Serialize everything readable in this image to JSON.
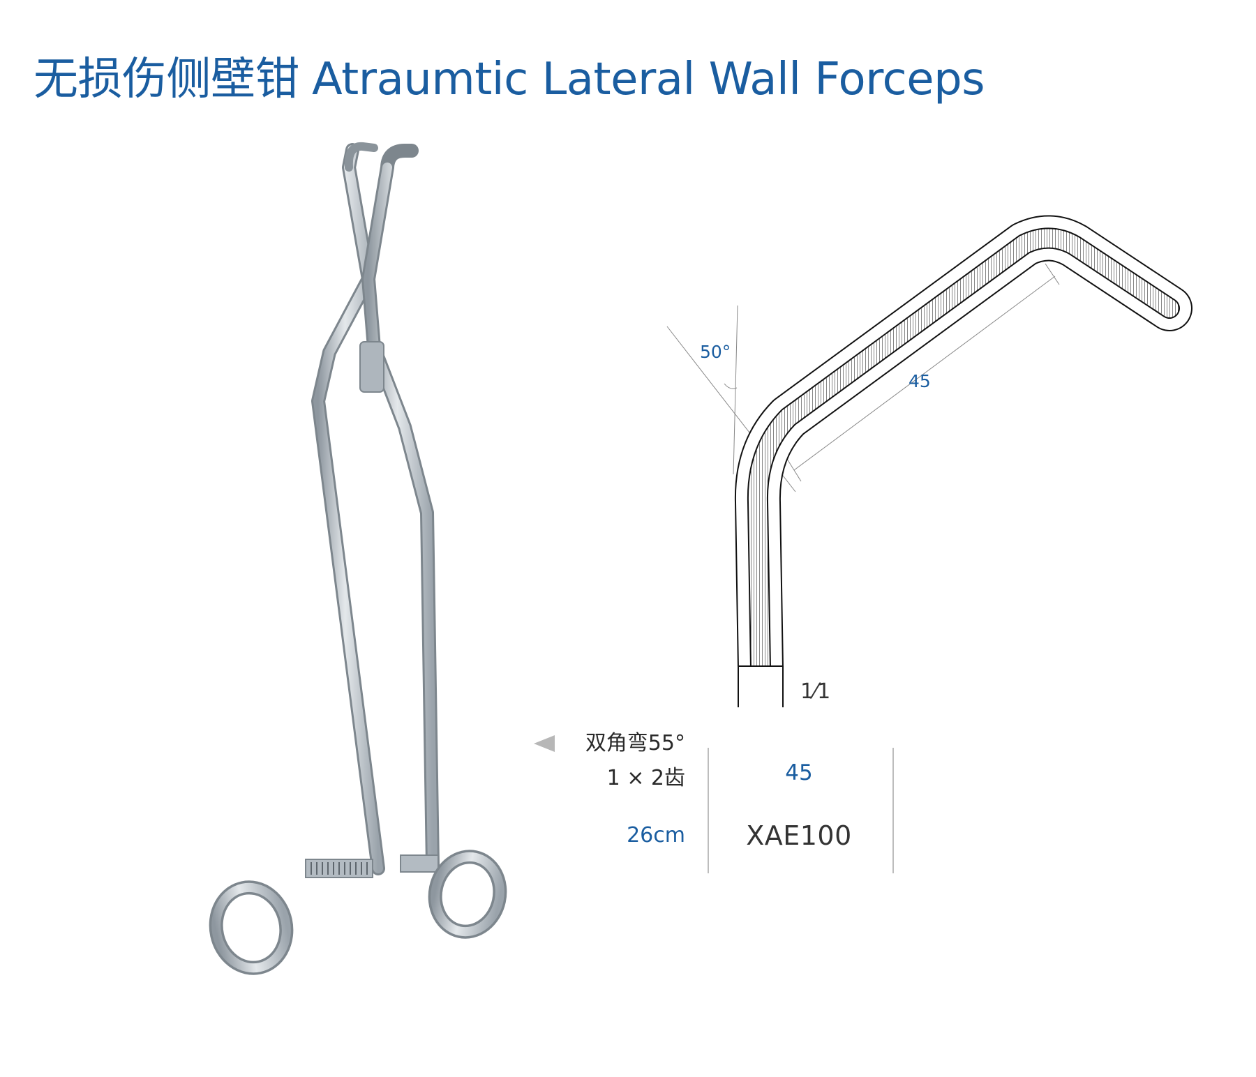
{
  "header": {
    "title_cn": "无损伤侧壁钳",
    "title_en": "Atraumtic Lateral Wall Forceps"
  },
  "diagram": {
    "angle_label": "50°",
    "length_label": "45",
    "scale_label": "1⁄1"
  },
  "spec": {
    "line1": "双角弯55°",
    "line2": "1 × 2齿",
    "size": "26cm",
    "jaw_length": "45",
    "code": "XAE100"
  },
  "colors": {
    "brand_blue": "#1a5da0",
    "text_dark": "#2a2a2a",
    "steel": "#b9c1c8"
  },
  "icons": {
    "arrow": "triangle-left-icon"
  }
}
